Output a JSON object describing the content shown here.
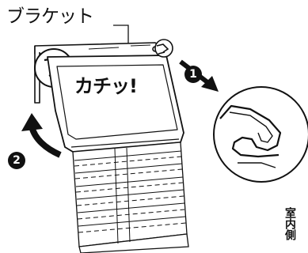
{
  "labels": {
    "bracket": "ブラケット",
    "click": "カチッ!",
    "indoor_side": "室内側"
  },
  "steps": [
    {
      "number": "1"
    },
    {
      "number": "2"
    }
  ],
  "colors": {
    "line": "#111111",
    "background": "#ffffff"
  }
}
